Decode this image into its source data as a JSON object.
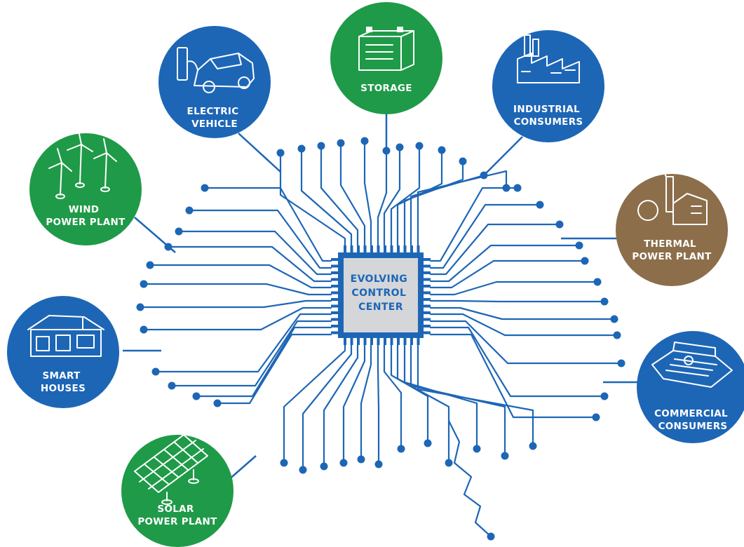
{
  "title": "",
  "colors": {
    "circuit": "#1d66b6",
    "blue_node": "#1d66b6",
    "green_node": "#1f9a48",
    "brown_node": "#8c6e4b",
    "chip_fill": "#d4d6d9",
    "chip_border": "#1d66b6"
  },
  "chip": {
    "lines": [
      "EVOLVING",
      "CONTROL",
      "CENTER"
    ]
  },
  "nodes": {
    "storage": {
      "lines": [
        "STORAGE"
      ],
      "color": "green",
      "icon": "battery-icon"
    },
    "electric_vehicle": {
      "lines": [
        "ELECTRIC",
        "VEHICLE"
      ],
      "color": "blue",
      "icon": "car-charging-icon"
    },
    "industrial_consumers": {
      "lines": [
        "INDUSTRIAL",
        "CONSUMERS"
      ],
      "color": "blue",
      "icon": "factory-icon"
    },
    "wind_power_plant": {
      "lines": [
        "WIND",
        "POWER PLANT"
      ],
      "color": "green",
      "icon": "wind-turbine-icon"
    },
    "thermal_power_plant": {
      "lines": [
        "THERMAL",
        "POWER PLANT"
      ],
      "color": "brown",
      "icon": "thermal-plant-icon"
    },
    "smart_houses": {
      "lines": [
        "SMART",
        "HOUSES"
      ],
      "color": "blue",
      "icon": "house-icon"
    },
    "commercial_consumers": {
      "lines": [
        "COMMERCIAL",
        "CONSUMERS"
      ],
      "color": "blue",
      "icon": "office-building-icon"
    },
    "solar_power_plant": {
      "lines": [
        "SOLAR",
        "POWER PLANT"
      ],
      "color": "green",
      "icon": "solar-panel-icon"
    }
  }
}
